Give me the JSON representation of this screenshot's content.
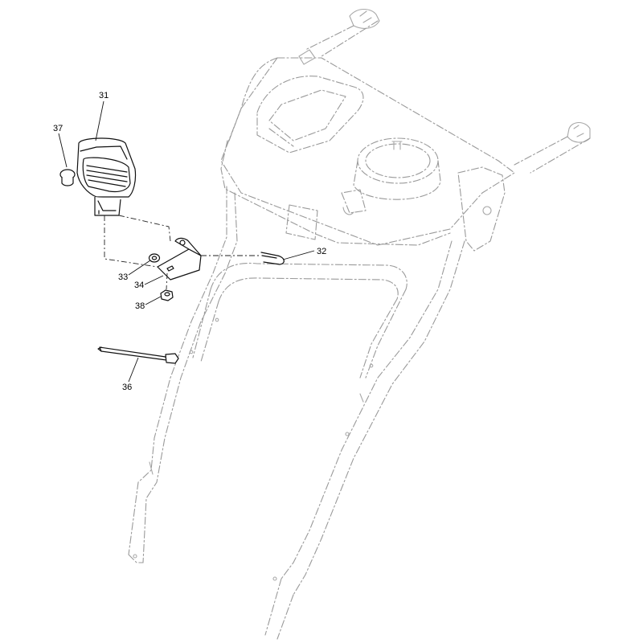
{
  "callouts": {
    "c31": "31",
    "c32": "32",
    "c33": "33",
    "c34": "34",
    "c36": "36",
    "c37": "37",
    "c38": "38"
  },
  "colors": {
    "background": "#ffffff",
    "part_line": "#111111",
    "ghost_line": "#9a9a9a"
  }
}
